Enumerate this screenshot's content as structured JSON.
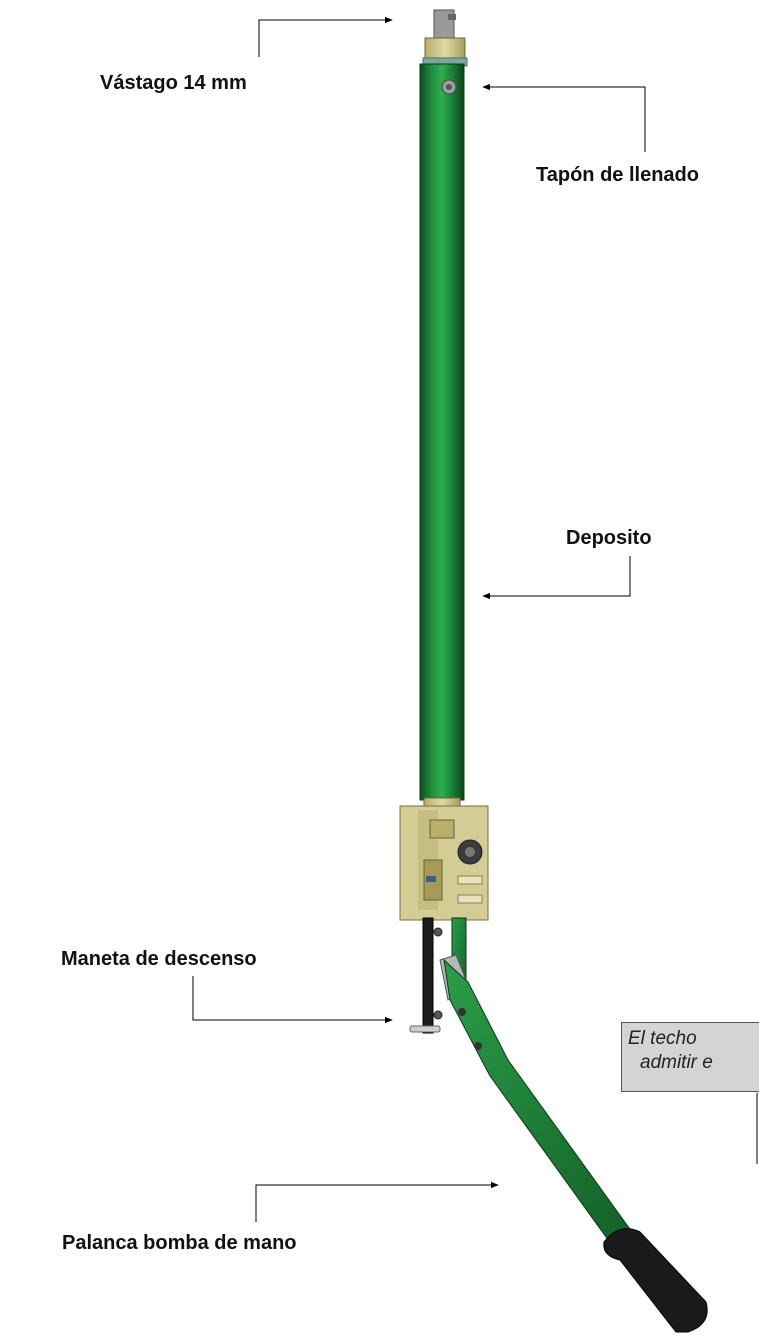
{
  "labels": {
    "vastago": "Vástago 14 mm",
    "tapon": "Tapón de llenado",
    "deposito": "Deposito",
    "maneta": "Maneta de descenso",
    "palanca": "Palanca bomba de mano"
  },
  "note": {
    "line1": "El techo",
    "line2": "admitir e"
  },
  "colors": {
    "body_green": "#1e8c3c",
    "dark_green": "#0f5a22",
    "brass": "#cfc58a",
    "grip": "#1a1a1a",
    "note_bg": "#d4d4d4"
  }
}
